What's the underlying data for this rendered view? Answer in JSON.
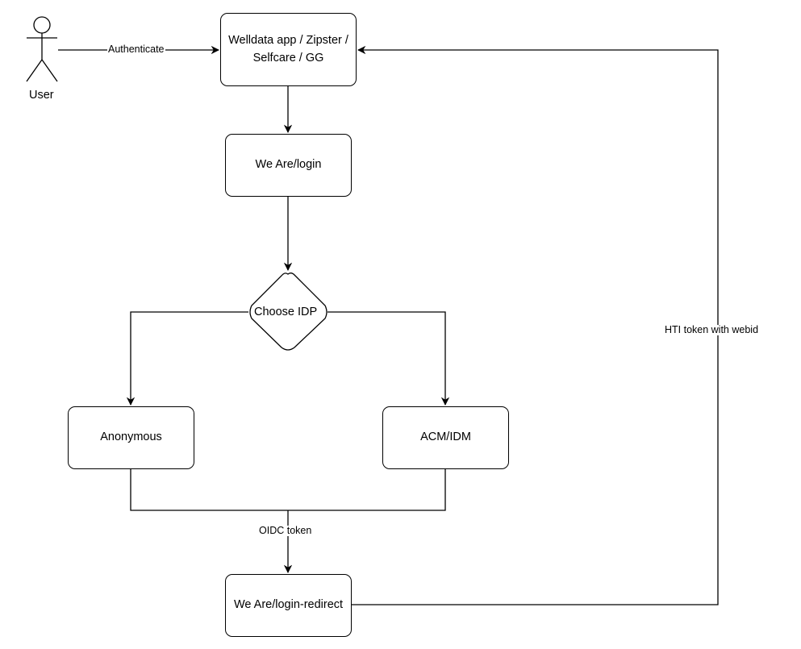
{
  "actor": {
    "label": "User"
  },
  "nodes": {
    "app_line1": "Welldata app / Zipster /",
    "app_line2": "Selfcare / GG",
    "weare_login": "We Are/login",
    "choose_idp": "Choose IDP",
    "anonymous": "Anonymous",
    "acm_idm": "ACM/IDM",
    "login_redirect": "We Are/login-redirect"
  },
  "edges": {
    "authenticate": "Authenticate",
    "oidc_token": "OIDC token",
    "hti_token": "HTI token with webid"
  }
}
